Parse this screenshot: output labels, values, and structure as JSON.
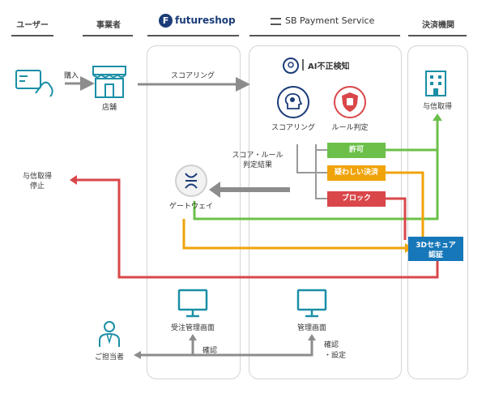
{
  "headers": {
    "user": "ユーザー",
    "business": "事業者",
    "futureshop": "futureshop",
    "sbps": "SB Payment Service",
    "settlement": "決済機関"
  },
  "labels": {
    "purchase": "購入",
    "store": "店舗",
    "scoring_flow": "スコアリング",
    "ai_fraud": "AI不正検知",
    "scoring": "スコアリング",
    "rule_judgement": "ルール判定",
    "allow": "許可",
    "suspicious": "疑わしい決済",
    "block": "ブロック",
    "score_rule_result_1": "スコア・ルール",
    "score_rule_result_2": "判定結果",
    "credit_stop_1": "与信取得",
    "credit_stop_2": "停止",
    "gateway": "ゲートウェイ",
    "credit_acquire": "与信取得",
    "three_d_secure_1": "3Dセキュア",
    "three_d_secure_2": "認証",
    "order_mgmt": "受注管理画面",
    "mgmt": "管理画面",
    "person_in_charge": "ご担当者",
    "confirm": "確認",
    "confirm_settings_1": "確認",
    "confirm_settings_2": "・設定"
  },
  "colors": {
    "teal": "#1a8fa6",
    "green": "#6cc04a",
    "orange": "#f0a30a",
    "red": "#d9474a",
    "gray_arrow": "#8c8c8c",
    "navy": "#1b3c78",
    "blue_box": "#1677b9"
  },
  "icons": {
    "card": "card-hand-icon",
    "store": "storefront-icon",
    "ai": "ai-head-icon",
    "scoring": "scoring-head-icon",
    "rule": "rule-shield-icon",
    "gateway": "gateway-icon",
    "bank": "building-icon",
    "monitor": "monitor-icon",
    "person": "person-icon"
  }
}
